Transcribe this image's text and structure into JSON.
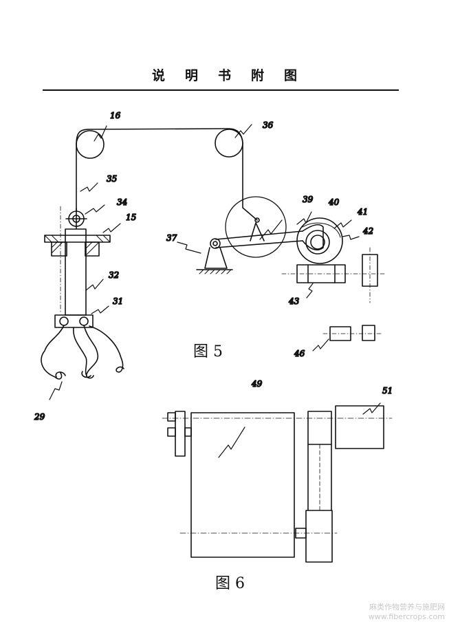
{
  "header": {
    "title": "说明书附图"
  },
  "figures": [
    {
      "caption": "图 5",
      "labels": [
        "16",
        "36",
        "35",
        "34",
        "15",
        "39",
        "40",
        "41",
        "42",
        "37",
        "32",
        "31",
        "43",
        "46",
        "29"
      ]
    },
    {
      "caption": "图 6",
      "labels": [
        "49",
        "51"
      ]
    }
  ],
  "watermark": {
    "line1": "麻类作物营养与施肥网",
    "line2": "www.fibercrops.com"
  }
}
